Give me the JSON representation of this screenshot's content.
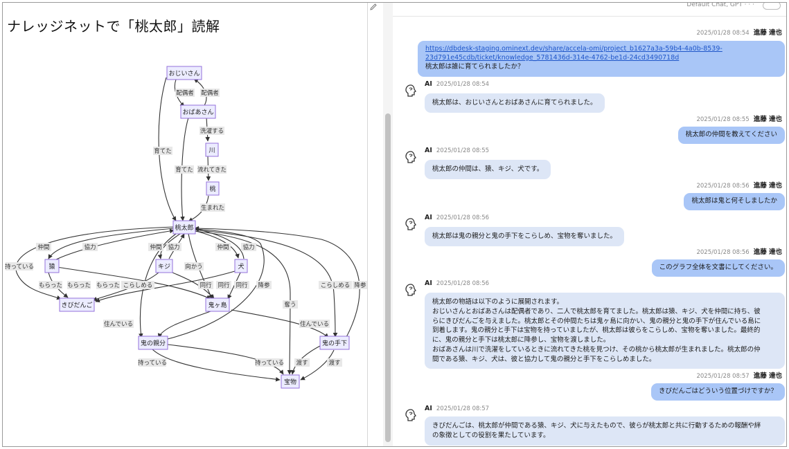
{
  "graph": {
    "title": "ナレッジネットで「桃太郎」読解",
    "nodes": {
      "grandpa": "おじいさん",
      "grandma": "おばあさん",
      "river": "川",
      "peach": "桃",
      "momotaro": "桃太郎",
      "monkey": "猿",
      "pheasant": "キジ",
      "dog": "犬",
      "kibidango": "きびだんご",
      "onigashima": "鬼ヶ島",
      "oni_boss": "鬼の親分",
      "oni_minion": "鬼の手下",
      "treasure": "宝物"
    },
    "edge_labels": {
      "spouse1": "配偶者",
      "spouse2": "配偶者",
      "wash": "洗濯する",
      "flowed": "流れてきた",
      "born": "生まれた",
      "raised1": "育てた",
      "raised2": "育てた",
      "friend_m": "仲間",
      "coop_m": "協力",
      "has_kd": "持っている",
      "got_m": "もらった",
      "got_m2": "もらった",
      "got_p": "もらった",
      "friend_p": "仲間",
      "coop_p": "協力",
      "to_go": "向かう",
      "friend_d": "仲間",
      "coop_d": "協力",
      "subdue": "こらしめる",
      "acc1": "同行",
      "acc2": "同行",
      "acc3": "同行",
      "surr1": "降参",
      "steal": "奪う",
      "subdue2": "こらしめる",
      "surr2": "降参",
      "live1": "住んでいる",
      "live2": "住んでいる",
      "has_t1": "持っている",
      "has_t2": "持っている",
      "give1": "渡す",
      "give2": "渡す"
    }
  },
  "edit_icon": "pencil-icon",
  "chat": {
    "topbar_text": "Default Chat, GPT · · ·",
    "messages": [
      {
        "role": "user",
        "time": "2025/01/28 08:54",
        "name": "進藤 達也",
        "link1": "https://dbdesk-staging.ominext.dev/share/accela-omi/project_b1627a3a-59b4-4a0b-8539-",
        "link2": "23d791e45cdb/ticket/knowledge_5781436d-314e-4762-be1d-24cd3490718d",
        "text": "桃太郎は誰に育てられましたか？"
      },
      {
        "role": "ai",
        "name": "AI",
        "time": "2025/01/28 08:54",
        "text": "桃太郎は、おじいさんとおばあさんに育てられました。"
      },
      {
        "role": "user",
        "time": "2025/01/28 08:55",
        "name": "進藤 達也",
        "text": "桃太郎の仲間を教えてください"
      },
      {
        "role": "ai",
        "name": "AI",
        "time": "2025/01/28 08:55",
        "text": "桃太郎の仲間は、猿、キジ、犬です。"
      },
      {
        "role": "user",
        "time": "2025/01/28 08:56",
        "name": "進藤 達也",
        "text": "桃太郎は鬼と何そしましたか"
      },
      {
        "role": "ai",
        "name": "AI",
        "time": "2025/01/28 08:56",
        "text": "桃太郎は鬼の親分と鬼の手下をこらしめ、宝物を奪いました。"
      },
      {
        "role": "user",
        "time": "2025/01/28 08:56",
        "name": "進藤 達也",
        "text": "このグラフ全体を文書にしてください。"
      },
      {
        "role": "ai",
        "name": "AI",
        "time": "2025/01/28 08:56",
        "lines": [
          "桃太郎の物語は以下のように展開されます。",
          "おじいさんとおばあさんは配偶者であり、二人で桃太郎を育てました。桃太郎は猿、キジ、犬を仲間に持ち、彼",
          "らにきびだんごを与えました。桃太郎とその仲間たちは鬼ヶ島に向かい、鬼の親分と鬼の手下が住んでいる島に",
          "到着します。鬼の親分と手下は宝物を持っていましたが、桃太郎は彼らをこらしめ、宝物を奪いました。最終的",
          "に、鬼の親分と手下は桃太郎に降参し、宝物を渡しました。",
          "おばあさんは川で洗濯をしているときに流れてきた桃を見つけ、その桃から桃太郎が生まれました。桃太郎の仲",
          "間である猿、キジ、犬は、彼と協力して鬼の親分と手下をこらしめました。"
        ]
      },
      {
        "role": "user",
        "time": "2025/01/28 08:57",
        "name": "進藤 達也",
        "text": "きびだんごはどういう位置づけですか？"
      },
      {
        "role": "ai",
        "name": "AI",
        "time": "2025/01/28 08:57",
        "lines": [
          "きびだんごは、桃太郎が仲間である猿、キジ、犬に与えたもので、彼らが桃太郎と共に行動するための報酬や絆",
          "の象徴としての役割を果たしています。"
        ]
      }
    ]
  }
}
